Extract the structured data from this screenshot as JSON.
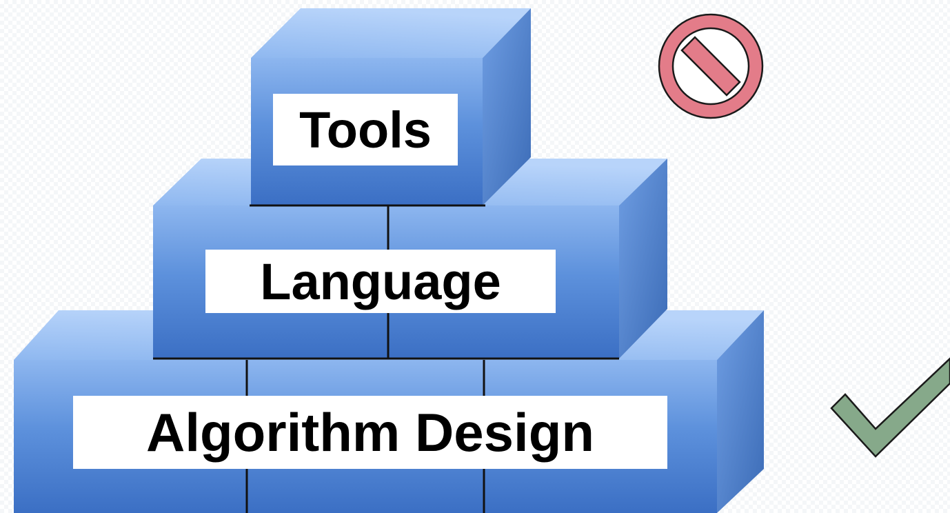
{
  "diagram": {
    "layers": [
      {
        "id": "tools",
        "label": "Tools"
      },
      {
        "id": "language",
        "label": "Language"
      },
      {
        "id": "algorithm",
        "label": "Algorithm Design"
      }
    ],
    "colors": {
      "block_front": "#5b8fd8",
      "block_top": "#9ec2f2",
      "block_side": "#3f70b7",
      "prohibit_fill": "#e37c89",
      "check_fill": "#86a98a"
    },
    "icons": {
      "prohibit": "prohibited-icon",
      "check": "checkmark-icon"
    }
  }
}
